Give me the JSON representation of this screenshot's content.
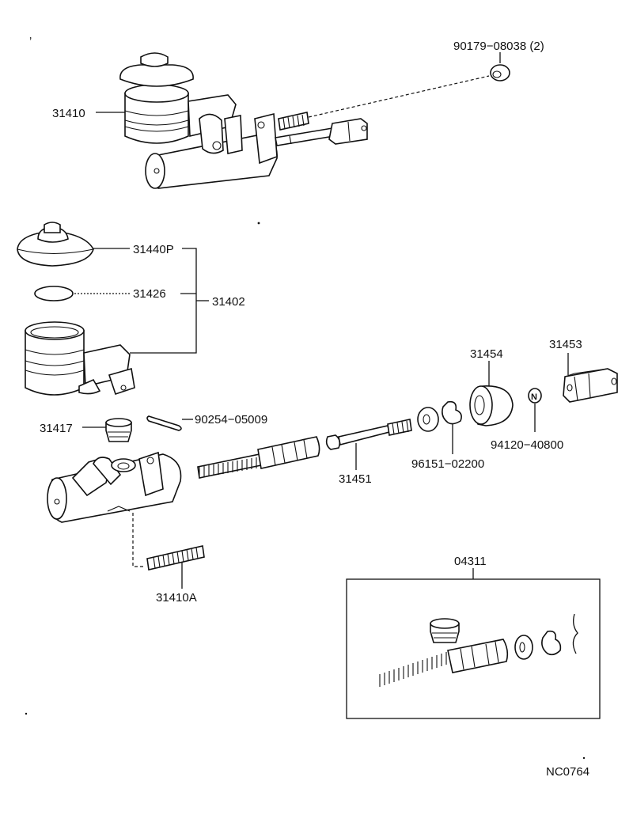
{
  "labels": {
    "p90179": "90179−08038 (2)",
    "p31410": "31410",
    "p31440p": "31440P",
    "p31426": "31426",
    "p31402": "31402",
    "p31417": "31417",
    "p90254": "90254−05009",
    "p31454": "31454",
    "p31453": "31453",
    "p94120": "94120−40800",
    "p96151": "96151−02200",
    "p31451": "31451",
    "p31410a": "31410A",
    "p04311": "04311",
    "nut_mark": "N",
    "drawing_code": "NC0764"
  }
}
